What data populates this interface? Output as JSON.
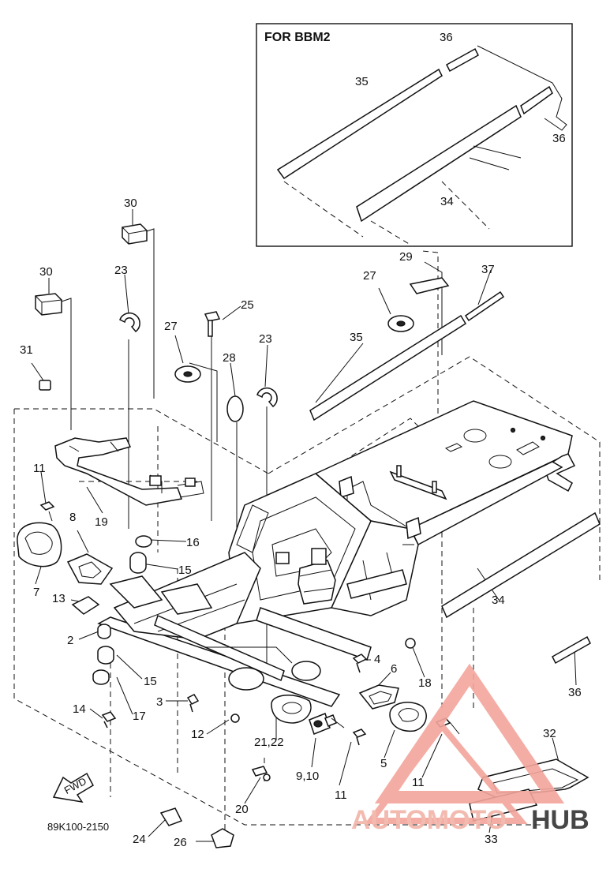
{
  "inset_title": "FOR BBM2",
  "callouts": [
    "36",
    "35",
    "36",
    "34",
    "30",
    "30",
    "23",
    "25",
    "27",
    "31",
    "28",
    "23",
    "29",
    "27",
    "37",
    "35",
    "11",
    "19",
    "8",
    "16",
    "15",
    "7",
    "13",
    "2",
    "15",
    "17",
    "14",
    "3",
    "12",
    "4",
    "6",
    "18",
    "34",
    "36",
    "21,22",
    "9,10",
    "5",
    "11",
    "32",
    "20",
    "24",
    "26",
    "33",
    "11"
  ],
  "diagram_code": "89K100-2150",
  "fwd_label": "FWD",
  "watermark": {
    "text_a": "AUTOMOTO",
    "text_b": "HUB",
    "color_a": "#f2b3a8",
    "color_b": "#333333",
    "triangle_color": "#f3a59b"
  }
}
